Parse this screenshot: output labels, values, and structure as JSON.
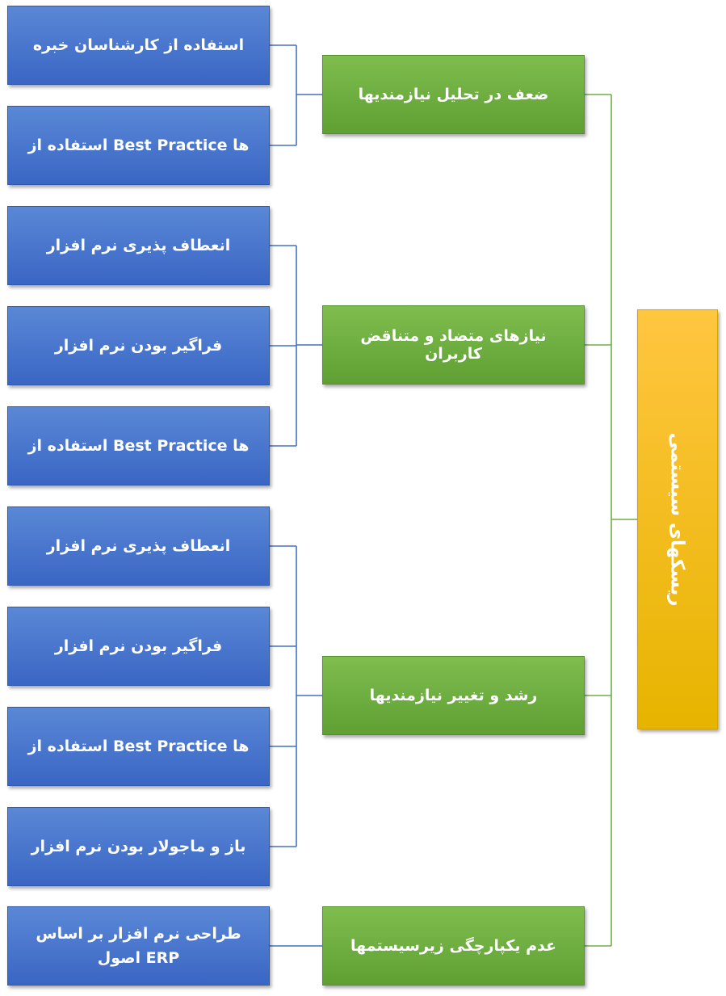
{
  "root": {
    "label": "ریسکهای سیستمی"
  },
  "groups": [
    {
      "label": "ضعف در تحلیل نیازمندیها",
      "items": [
        "استفاده از کارشناسان خبره",
        "استفاده از Best Practice ها"
      ]
    },
    {
      "label": "نیازهای متضاد و متناقض کاربران",
      "items": [
        "انعطاف پذیری نرم افزار",
        "فراگیر بودن نرم افزار",
        "استفاده از Best Practice ها"
      ]
    },
    {
      "label": "رشد و تغییر نیازمندیها",
      "items": [
        "انعطاف پذیری نرم افزار",
        "فراگیر بودن نرم افزار",
        "استفاده از Best Practice ها",
        "باز و ماجولار بودن نرم افزار"
      ]
    },
    {
      "label": "عدم یکپارچگی زیرسیستمها",
      "items": [
        "طراحی نرم افزار بر اساس اصول ERP"
      ]
    }
  ],
  "colors": {
    "leaf": "#4472c4",
    "mid": "#70ad47",
    "root": "#ffc000",
    "leaf_connector": "#4472c4",
    "mid_connector": "#70ad47"
  }
}
